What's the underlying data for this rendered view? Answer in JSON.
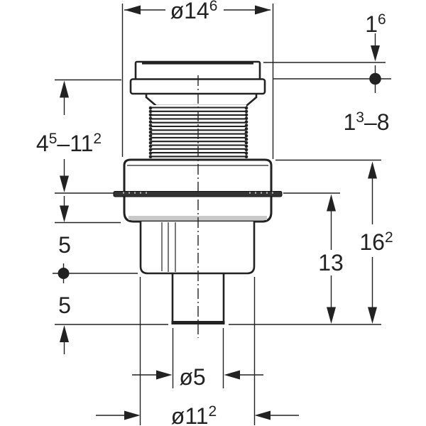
{
  "colors": {
    "stroke": "#222222",
    "background": "#ffffff",
    "body_shade": "#c9c9c9",
    "plate_fill": "#333333"
  },
  "drawing": {
    "description": "Dimension drawing of a flush actuator: push button with threaded collar, housing, mounting plate and outlet stem, shown in side elevation with dimension chains"
  },
  "dimensions": {
    "top_diameter": {
      "segments": [
        {
          "t": "ø14"
        },
        {
          "t": "6",
          "sup": true
        }
      ]
    },
    "button_height": {
      "segments": [
        {
          "t": "1"
        },
        {
          "t": "6",
          "sup": true
        }
      ]
    },
    "depth_range": {
      "segments": [
        {
          "t": "4"
        },
        {
          "t": "5",
          "sup": true
        },
        {
          "t": "–11"
        },
        {
          "t": "2",
          "sup": true
        }
      ]
    },
    "wall_range": {
      "segments": [
        {
          "t": "1"
        },
        {
          "t": "3",
          "sup": true
        },
        {
          "t": "–8"
        }
      ]
    },
    "upper_offset": {
      "segments": [
        {
          "t": "5"
        }
      ]
    },
    "lower_offset": {
      "segments": [
        {
          "t": "5"
        }
      ]
    },
    "plate_to_bottom": {
      "segments": [
        {
          "t": "13"
        }
      ]
    },
    "overall_height": {
      "segments": [
        {
          "t": "16"
        },
        {
          "t": "2",
          "sup": true
        }
      ]
    },
    "stem_diameter": {
      "segments": [
        {
          "t": "ø5"
        }
      ]
    },
    "housing_diameter": {
      "segments": [
        {
          "t": "ø11"
        },
        {
          "t": "2",
          "sup": true
        }
      ]
    }
  }
}
